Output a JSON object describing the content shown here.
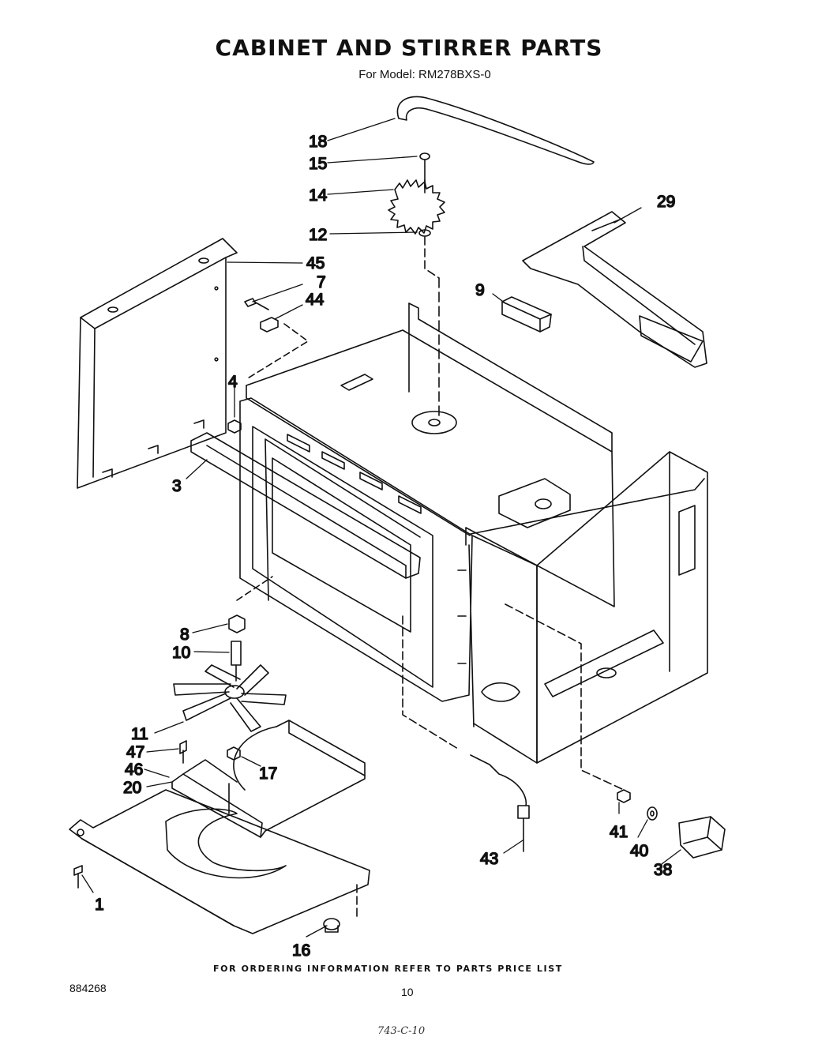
{
  "title": "CABINET AND STIRRER PARTS",
  "subtitle": "For Model: RM278BXS-0",
  "footer_note": "FOR ORDERING INFORMATION REFER TO PARTS PRICE LIST",
  "doc_number": "884268",
  "page_number": "10",
  "handwritten_note": "743-C-10",
  "callouts": {
    "p1": "1",
    "p3": "3",
    "p4": "4",
    "p7": "7",
    "p8": "8",
    "p9": "9",
    "p10": "10",
    "p11": "11",
    "p12": "12",
    "p14": "14",
    "p15": "15",
    "p16": "16",
    "p17": "17",
    "p18": "18",
    "p20": "20",
    "p29": "29",
    "p38": "38",
    "p40": "40",
    "p41": "41",
    "p43": "43",
    "p44": "44",
    "p45": "45",
    "p46": "46",
    "p47": "47"
  }
}
